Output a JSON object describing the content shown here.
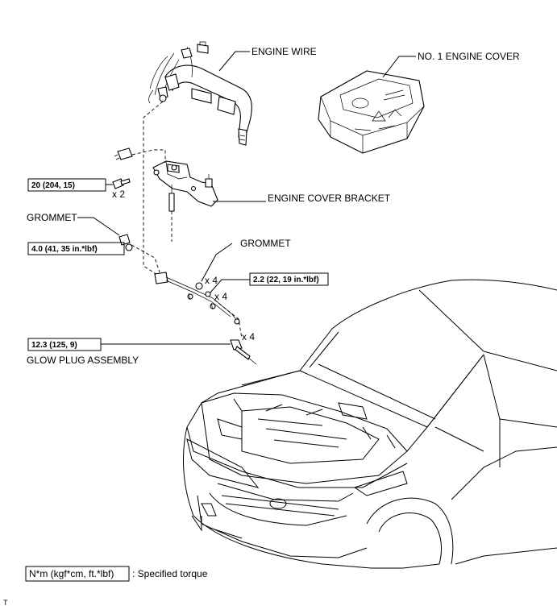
{
  "labels": {
    "engine_wire": "ENGINE WIRE",
    "engine_cover": "NO. 1 ENGINE COVER",
    "engine_cover_bracket": "ENGINE COVER BRACKET",
    "grommet_left": "GROMMET",
    "grommet_right": "GROMMET",
    "glow_plug": "GLOW PLUG ASSEMBLY"
  },
  "torques": {
    "bracket_bolt": "20 (204, 15)",
    "grommet_nut": "4.0 (41, 35 in.*lbf)",
    "connector_nut": "2.2 (22, 19 in.*lbf)",
    "glow_plug": "12.3 (125, 9)"
  },
  "quantities": {
    "bracket_bolt": "x 2",
    "grommet": "x 4",
    "connector_nut": "x 4",
    "glow_plug": "x 4"
  },
  "legend": {
    "box_text": "N*m (kgf*cm, ft.*lbf)",
    "description": ": Specified torque"
  },
  "corner_mark": "T"
}
